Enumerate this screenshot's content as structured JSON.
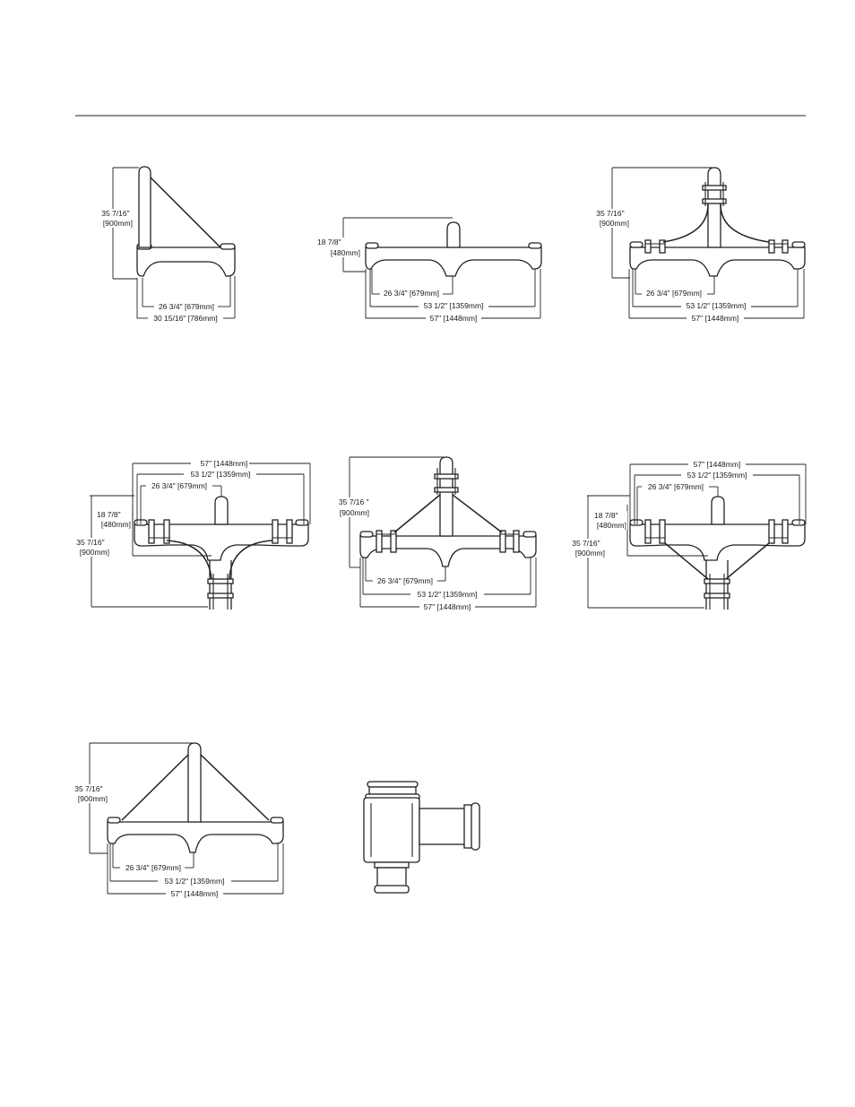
{
  "dimensions": {
    "h_900": [
      "35 7/16\"",
      "[900mm]"
    ],
    "h_900_alt": [
      "35 7/16  \"",
      "[900mm]"
    ],
    "h_480": [
      "18 7/8\"",
      "[480mm]"
    ],
    "w_679": "26 3/4\" [679mm]",
    "w_786": "30 15/16\" [786mm]",
    "w_1359": "53 1/2\" [1359mm]",
    "w_1448": "57\" [1448mm]"
  }
}
